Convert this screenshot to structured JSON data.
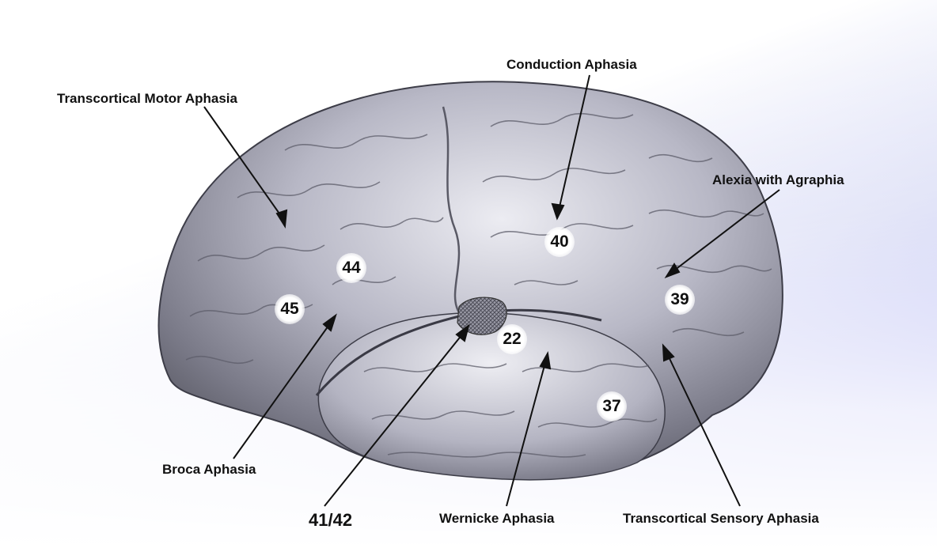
{
  "colors": {
    "brain_light": "#e4e4ea",
    "brain_dark": "#4a4a55",
    "accent_bg": "#8d8ff0",
    "label": "#111111"
  },
  "labels": {
    "transcortical_motor": "Transcortical Motor Aphasia",
    "conduction": "Conduction Aphasia",
    "alexia": "Alexia with Agraphia",
    "broca": "Broca Aphasia",
    "area_41_42": "41/42",
    "wernicke": "Wernicke Aphasia",
    "transcortical_sensory": "Transcortical Sensory Aphasia"
  },
  "areas": {
    "a40": "40",
    "a44": "44",
    "a45": "45",
    "a39": "39",
    "a22": "22",
    "a37": "37"
  }
}
